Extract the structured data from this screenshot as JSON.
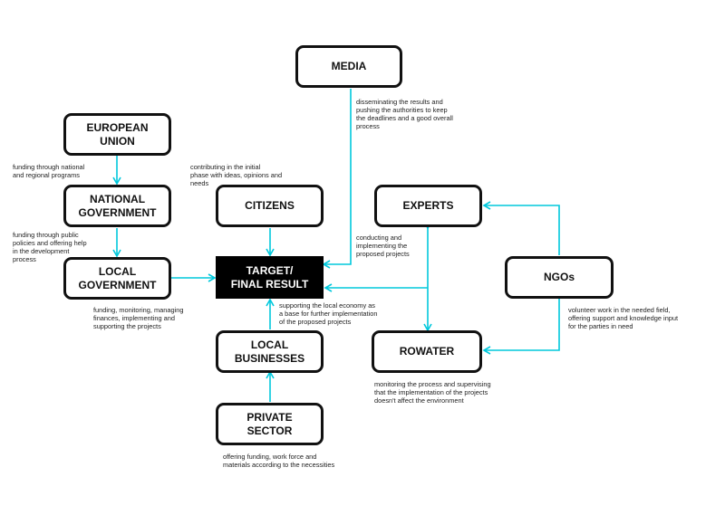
{
  "colors": {
    "connector": "#00c8dc",
    "box_border": "#111111",
    "target_fill": "#000000"
  },
  "nodes": {
    "media": "MEDIA",
    "european_union": "EUROPEAN\nUNION",
    "national_government": "NATIONAL\nGOVERNMENT",
    "local_government": "LOCAL\nGOVERNMENT",
    "citizens": "CITIZENS",
    "experts": "EXPERTS",
    "target": "TARGET/\nFINAL RESULT",
    "ngos": "NGOs",
    "local_businesses": "LOCAL\nBUSINESSES",
    "rowater": "ROWATER",
    "private_sector": "PRIVATE\nSECTOR"
  },
  "notes": {
    "media": "disseminating the results and\npushing the authorities to keep\nthe deadlines and a good overall\nprocess",
    "european_union": "funding through national\nand regional programs",
    "citizens": "contributing in the initial\nphase with ideas, opinions and\nneeds",
    "national_government": "funding through public\npolicies and offering help\nin the development\nprocess",
    "experts": "conducting and\nimplementing the\nproposed projects",
    "local_government": "funding, monitoring, managing\nfinances, implementing and\nsupporting the projects",
    "local_businesses": "supporting the local economy as\na base for further implementation\nof the proposed projects",
    "ngos": "volunteer work in the needed field,\noffering support and knowledge input\nfor the parties in need",
    "rowater": "monitoring the process and supervising\nthat the implementation of the projects\ndoesn't affect the environment",
    "private_sector": "offering funding, work force and\nmaterials according to the necessities"
  }
}
